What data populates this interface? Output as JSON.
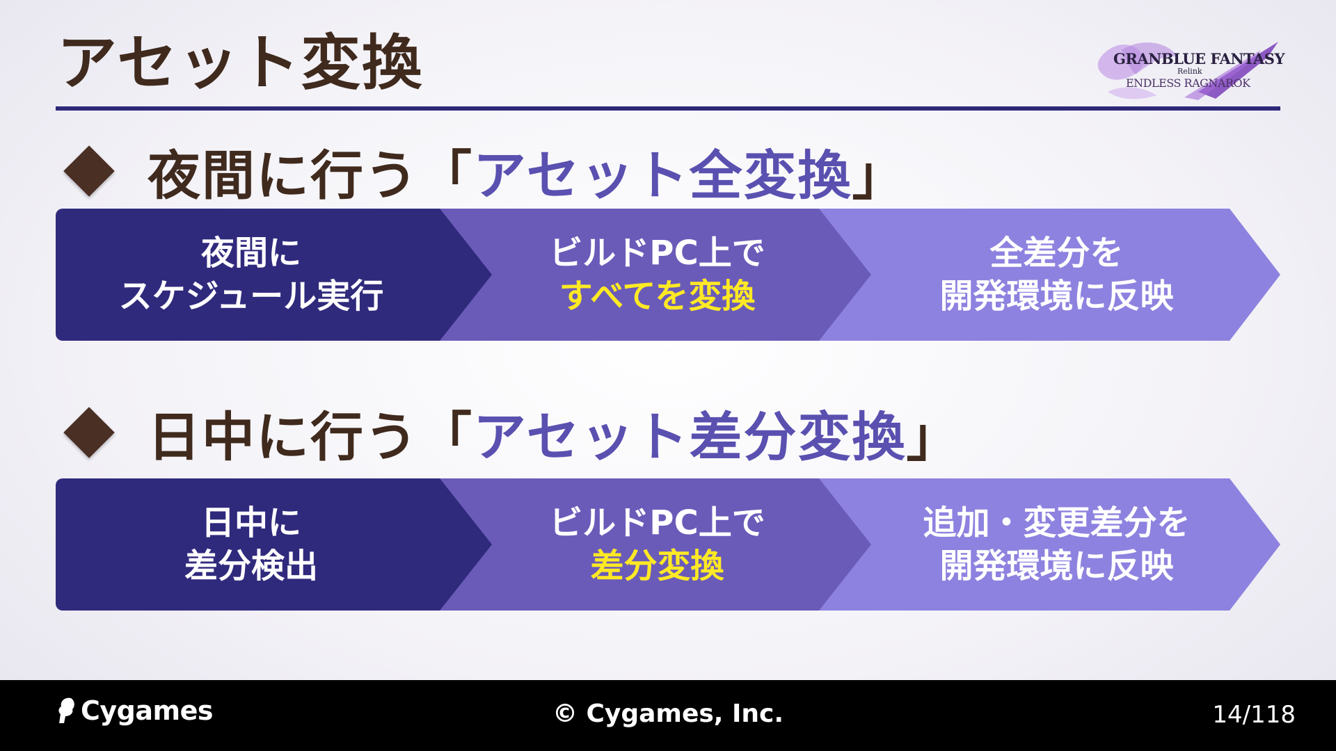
{
  "slide": {
    "title": "アセット変換",
    "logo": {
      "line1": "GRANBLUE FANTASY",
      "line2": "Relink",
      "line3": "ENDLESS RAGNAROK"
    }
  },
  "sections": [
    {
      "heading_prefix": "夜間に行う「",
      "heading_accent": "アセット全変換",
      "heading_suffix": "」",
      "steps": [
        {
          "line1": "夜間に",
          "line2": "スケジュール実行"
        },
        {
          "line1": "ビルドPC上で",
          "line2": "すべてを変換"
        },
        {
          "line1": "全差分を",
          "line2": "開発環境に反映"
        }
      ]
    },
    {
      "heading_prefix": "日中に行う「",
      "heading_accent": "アセット差分変換",
      "heading_suffix": "」",
      "steps": [
        {
          "line1": "日中に",
          "line2": "差分検出"
        },
        {
          "line1": "ビルドPC上で",
          "line2": "差分変換"
        },
        {
          "line1": "追加・変更差分を",
          "line2": "開発環境に反映"
        }
      ]
    }
  ],
  "footer": {
    "brand": "Cygames",
    "copyright": "© Cygames, Inc.",
    "page": "14/118"
  },
  "colors": {
    "title_brown": "#3f2a1d",
    "accent_purple": "#5a50b0",
    "step_dark": "#302a7d",
    "step_mid": "#6a5bb9",
    "step_light": "#8d82df",
    "highlight_yellow": "#ffe924",
    "rule": "#2e2878"
  }
}
